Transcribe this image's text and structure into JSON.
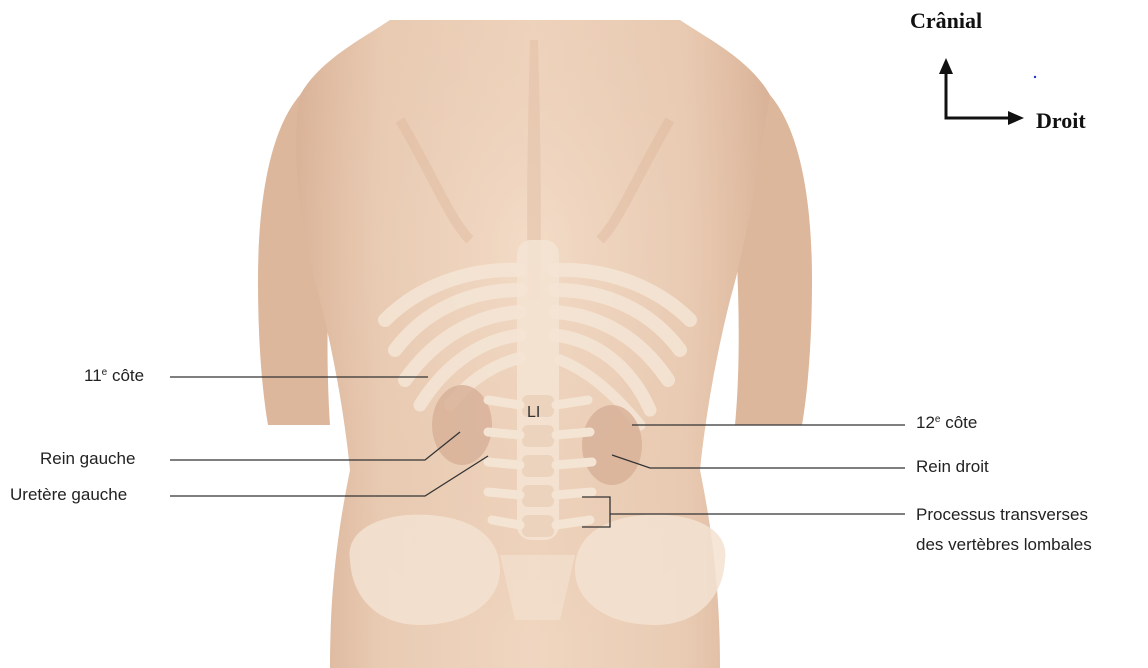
{
  "orientation": {
    "cranial": "Crânial",
    "right": "Droit"
  },
  "vertebra_label": "LI",
  "labels": {
    "rib11_number": "11",
    "rib11_sup": "e",
    "rib11_text": " côte",
    "left_kidney": "Rein gauche",
    "left_ureter": "Uretère gauche",
    "rib12_number": "12",
    "rib12_sup": "e",
    "rib12_text": " côte",
    "right_kidney": "Rein droit",
    "transverse_line1": "Processus transverses",
    "transverse_line2": "des vertèbres lombales"
  },
  "colors": {
    "skin": "#e8c7ad",
    "skin_shadow": "#d4a98c",
    "bone": "#f3e3d2",
    "kidney": "#d9b39a",
    "leader": "#333333"
  }
}
